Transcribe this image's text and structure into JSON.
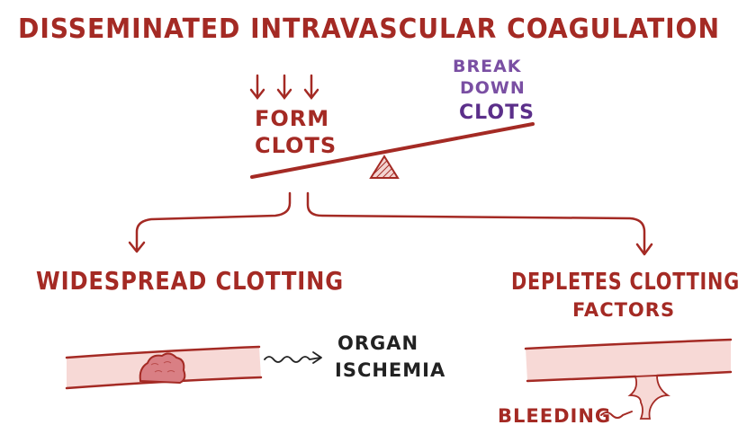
{
  "title": "Disseminated Intravascular Coagulation",
  "scale": {
    "left_label_line1": "Form",
    "left_label_line2": "Clots",
    "right_label_line1": "Break",
    "right_label_line2": "Down",
    "right_label_line3": "Clots",
    "down_arrow_count": 3
  },
  "branches": {
    "left": {
      "label": "Widespread Clotting",
      "outcome_line1": "Organ",
      "outcome_line2": "Ischemia"
    },
    "right": {
      "label_line1": "Depletes Clotting",
      "label_line2": "Factors",
      "outcome": "Bleeding"
    }
  },
  "colors": {
    "primary_red": "#a42a24",
    "purple": "#7a4fa3",
    "purple_dark": "#5b2f8a",
    "vessel_pink": "#f7d9d6",
    "vessel_stroke": "#a42a24",
    "clot": "#d97f84",
    "ink": "#222222"
  }
}
